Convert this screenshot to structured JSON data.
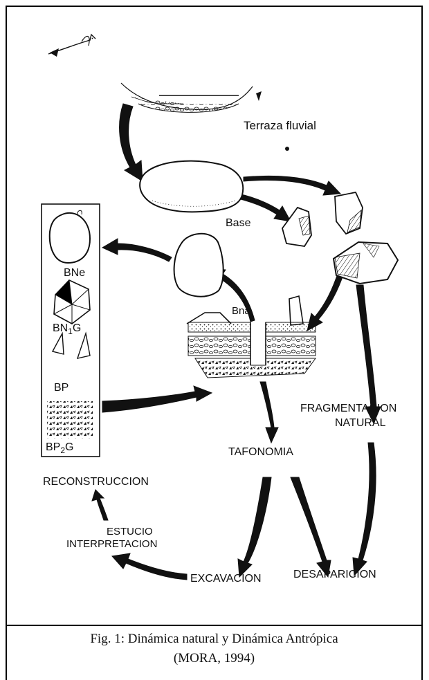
{
  "figure": {
    "labels": {
      "terraza": "Terraza fluvial",
      "base": "Base",
      "bne": "BNe",
      "bn1g_main": "BN",
      "bn1g_sub": "1",
      "bn1g_end": "G",
      "bp": "BP",
      "bp2g_main": "BP",
      "bp2g_sub": "2",
      "bp2g_end": "G",
      "bna": "Bna",
      "fragmentacion_line1": "FRAGMENTACION",
      "fragmentacion_line2": "NATURAL",
      "tafonomia": "TAFONOMIA",
      "reconstruccion": "RECONSTRUCCION",
      "estudio_line1": "ESTUCIO",
      "estudio_line2": "INTERPRETACION",
      "excavacion": "EXCAVACION",
      "desaparicion": "DESAPARICION"
    },
    "caption_line1": "Fig. 1: Dinámica natural y Dinámica Antrópica",
    "caption_line2": "(MORA, 1994)"
  },
  "colors": {
    "ink": "#111111",
    "paper": "#ffffff"
  }
}
